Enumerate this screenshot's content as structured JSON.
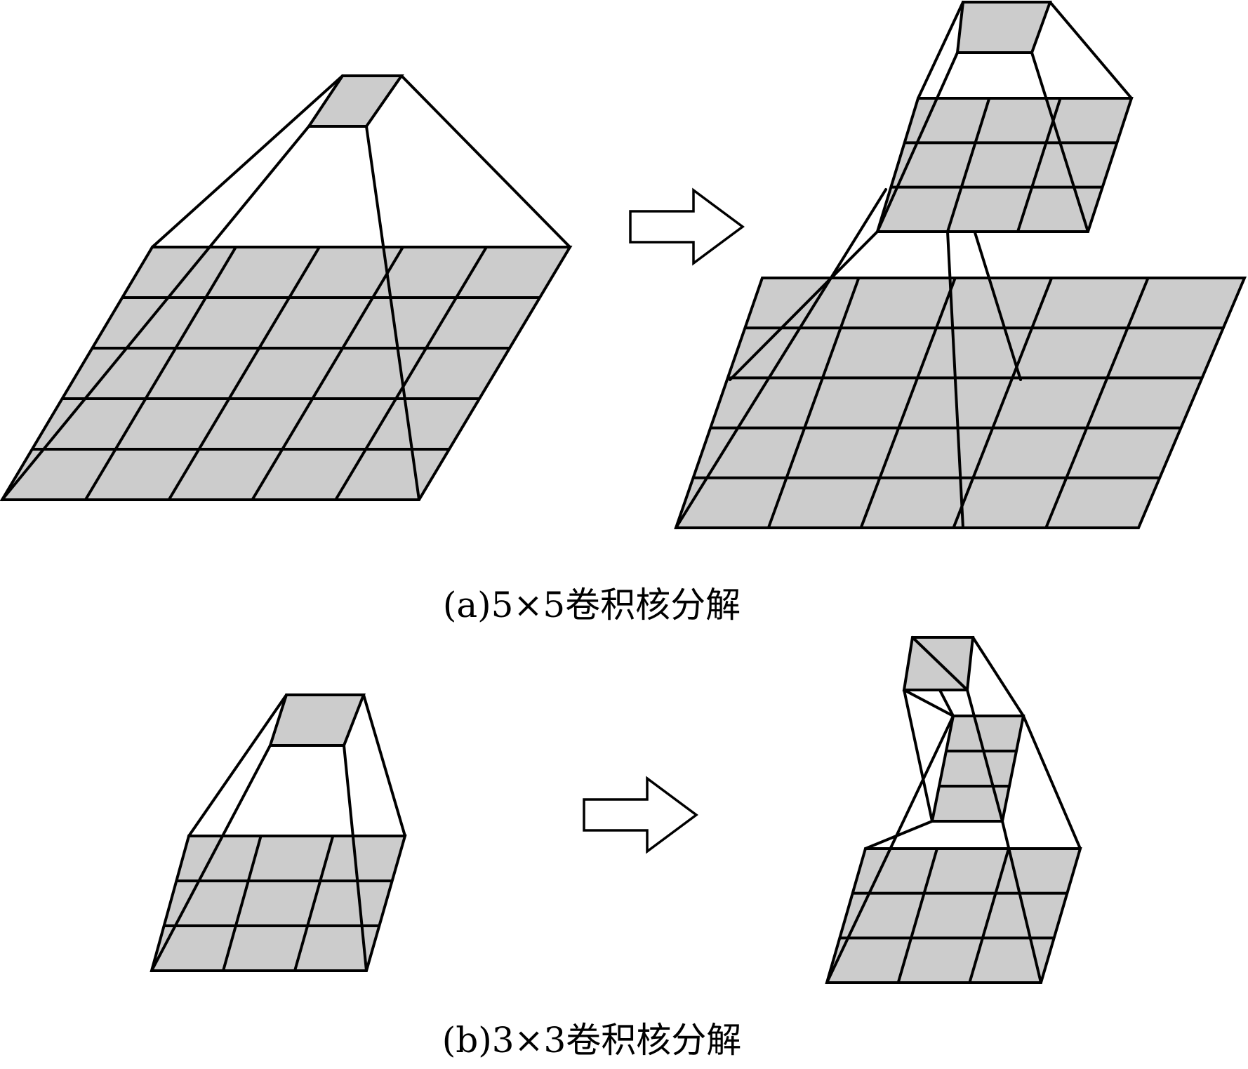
{
  "colors": {
    "stroke": "#000000",
    "cell_fill": "#cccccc",
    "background": "#ffffff",
    "arrow_fill": "#ffffff"
  },
  "captions": {
    "a": "(a)5×5卷积核分解",
    "b": "(b)3×3卷积核分解"
  },
  "panels": {
    "a": {
      "before": {
        "input_grid": "5×5",
        "kernel_output": "1×1"
      },
      "after": {
        "input_grid": "5×5",
        "intermediate_grid": "3×3",
        "kernel_output": "1×1"
      }
    },
    "b": {
      "before": {
        "input_grid": "3×3",
        "kernel_output": "1×1"
      },
      "after": {
        "input_grid": "3×3",
        "intermediate_grid": "3×1",
        "kernel_output": "1×1"
      }
    }
  },
  "icons": {
    "arrow": "right-arrow-icon"
  }
}
